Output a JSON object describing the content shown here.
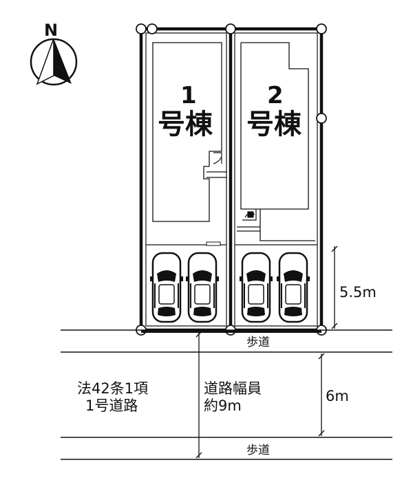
{
  "compass": {
    "label": "N"
  },
  "lots": [
    {
      "number": "1",
      "name": "号棟"
    },
    {
      "number": "2",
      "name": "号棟"
    }
  ],
  "dimensions": {
    "parking_depth": "5.5m",
    "road_width": "6m"
  },
  "road": {
    "sidewalk_top": "歩道",
    "sidewalk_bottom": "歩道",
    "classification_line1": "法42条1項",
    "classification_line2": "1号道路",
    "width_line1": "道路幅員",
    "width_line2": "約9m"
  },
  "icons": [
    "north-arrow-icon",
    "car-icon",
    "door-icon"
  ]
}
